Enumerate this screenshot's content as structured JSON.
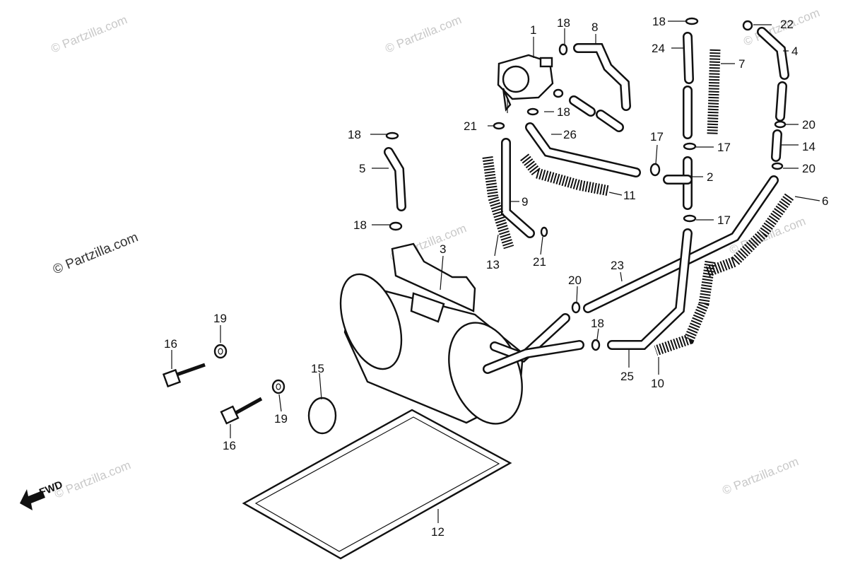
{
  "callouts": {
    "c1": "1",
    "c2": "2",
    "c3": "3",
    "c4": "4",
    "c5": "5",
    "c6": "6",
    "c7": "7",
    "c8": "8",
    "c9": "9",
    "c10": "10",
    "c11": "11",
    "c12": "12",
    "c13": "13",
    "c14": "14",
    "c15": "15",
    "c16a": "16",
    "c16b": "16",
    "c17a": "17",
    "c17b": "17",
    "c17c": "17",
    "c18a": "18",
    "c18b": "18",
    "c18c": "18",
    "c18d": "18",
    "c18e": "18",
    "c18f": "18",
    "c19a": "19",
    "c19b": "19",
    "c20a": "20",
    "c20b": "20",
    "c20c": "20",
    "c21a": "21",
    "c21b": "21",
    "c22": "22",
    "c23": "23",
    "c24": "24",
    "c25": "25",
    "c26": "26"
  },
  "watermarks": {
    "text": "© Partzilla.com",
    "main": "© Partzilla.com"
  },
  "direction_label": "FWD"
}
